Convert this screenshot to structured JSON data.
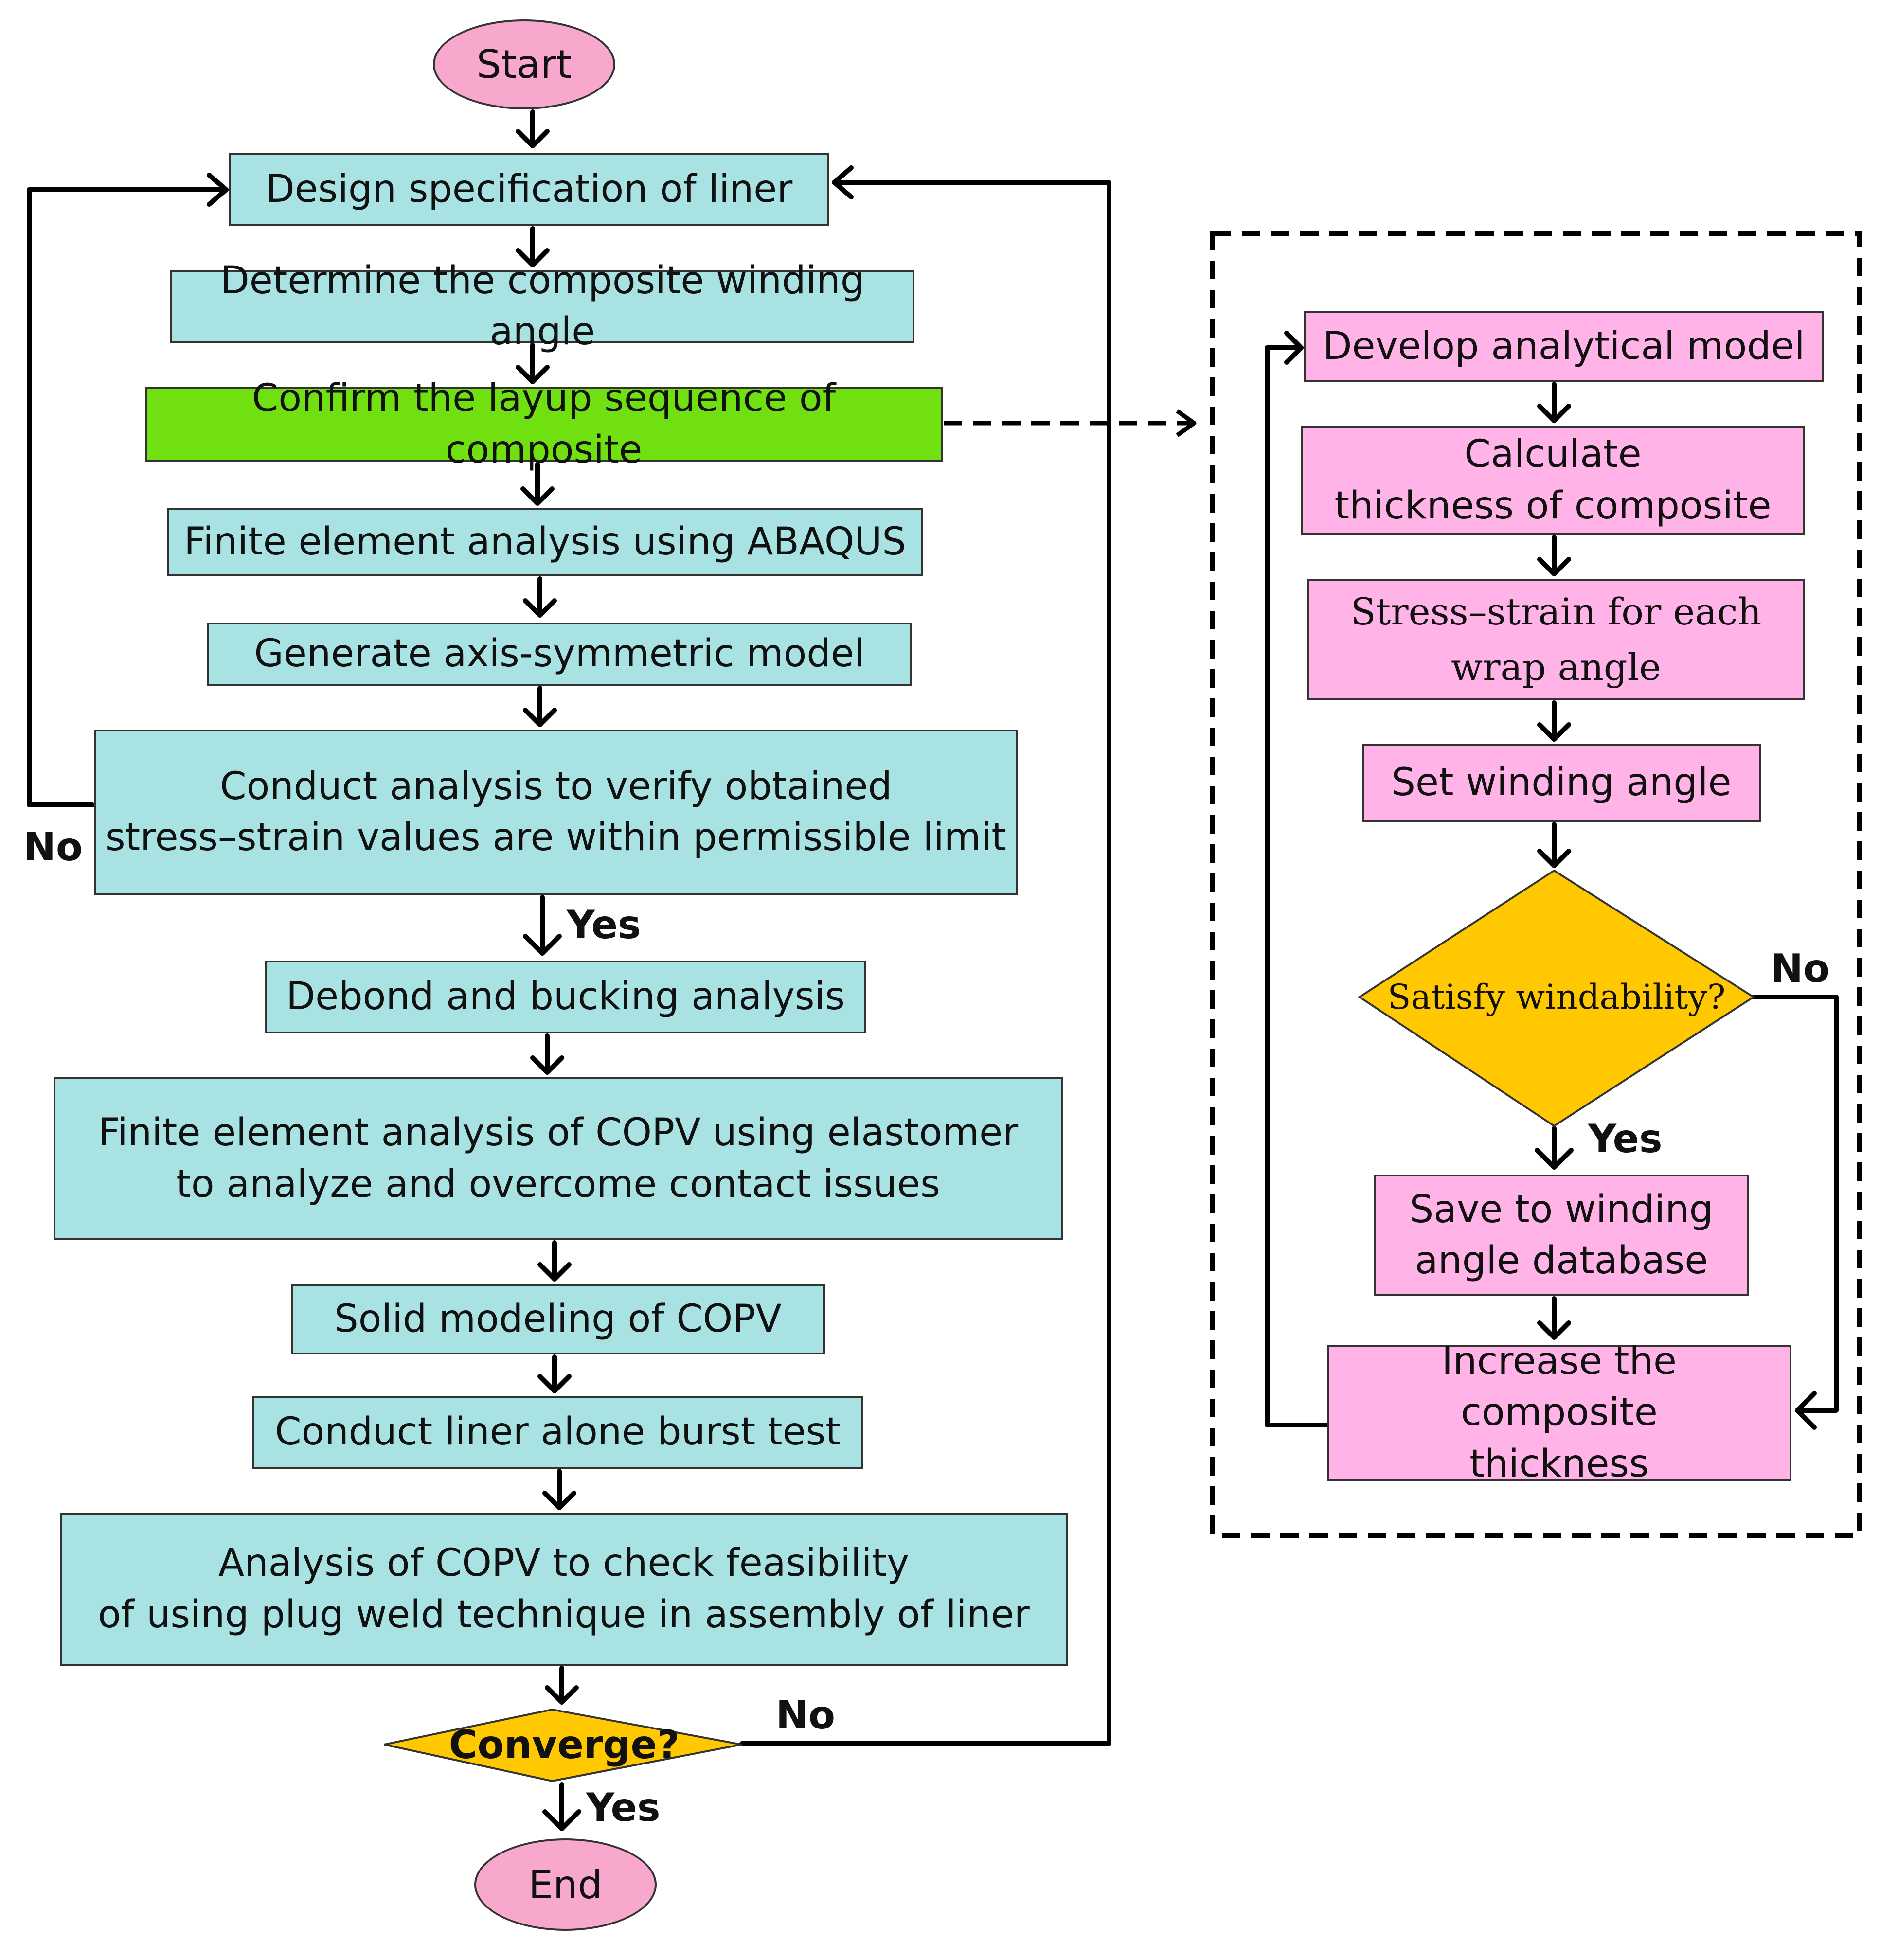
{
  "main_flow": {
    "start": "Start",
    "design_spec": "Design specification of liner",
    "winding_angle": "Determine the composite winding angle",
    "layup": "Confirm the layup sequence of composite",
    "fea": "Finite element analysis using ABAQUS",
    "axis_model": "Generate axis-symmetric model",
    "verify": [
      "Conduct analysis to verify obtained",
      "stress–strain values are within permissible limit"
    ],
    "debond": "Debond and bucking analysis",
    "fea_copv": [
      "Finite element analysis of COPV using elastomer",
      "to analyze and overcome contact issues"
    ],
    "solid_model": "Solid modeling of COPV",
    "burst": "Conduct liner alone burst test",
    "plug_weld": [
      "Analysis of COPV to check feasibility",
      "of using plug weld technique in assembly of liner"
    ],
    "converge": "Converge?",
    "end": "End"
  },
  "sub_flow": {
    "develop": "Develop analytical model",
    "calc": [
      "Calculate",
      "thickness of composite"
    ],
    "stress": "Stress–strain for each wrap angle",
    "set_angle": "Set winding angle",
    "windability": "Satisfy windability?",
    "save": [
      "Save to winding",
      "angle database"
    ],
    "increase": [
      "Increase the composite",
      "thickness"
    ]
  },
  "labels": {
    "no": "No",
    "yes": "Yes"
  },
  "colors": {
    "process": "#a8e2e2",
    "highlight": "#70e010",
    "sub_process": "#ffb3e6",
    "terminal": "#f7a8cc",
    "decision": "#ffc800"
  }
}
